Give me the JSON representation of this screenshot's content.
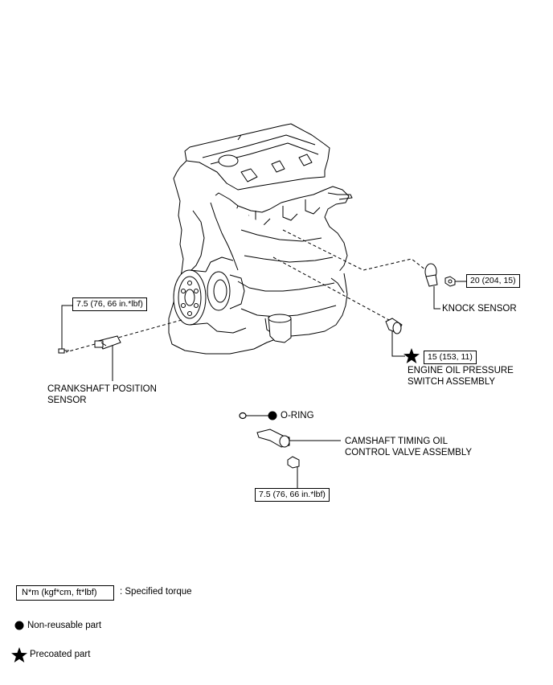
{
  "labels": {
    "crankshaft_sensor": [
      "CRANKSHAFT POSITION",
      "SENSOR"
    ],
    "knock_sensor": "KNOCK SENSOR",
    "oil_pressure_switch": [
      "ENGINE OIL PRESSURE",
      "SWITCH ASSEMBLY"
    ],
    "o_ring": "O-RING",
    "ocv": [
      "CAMSHAFT TIMING OIL",
      "CONTROL VALVE ASSEMBLY"
    ]
  },
  "torques": {
    "crankshaft_bolt": "7.5 (76, 66 in.*lbf)",
    "knock_sensor_nut": "20 (204, 15)",
    "oil_pressure_switch": "15 (153, 11)",
    "ocv_bolt": "7.5 (76, 66 in.*lbf)"
  },
  "legend": {
    "torque_box": "N*m (kgf*cm, ft*lbf)",
    "torque_desc": ": Specified torque",
    "non_reusable": "Non-reusable part",
    "precoated": "Precoated part"
  },
  "colors": {
    "line": "#000000",
    "background": "#ffffff"
  }
}
